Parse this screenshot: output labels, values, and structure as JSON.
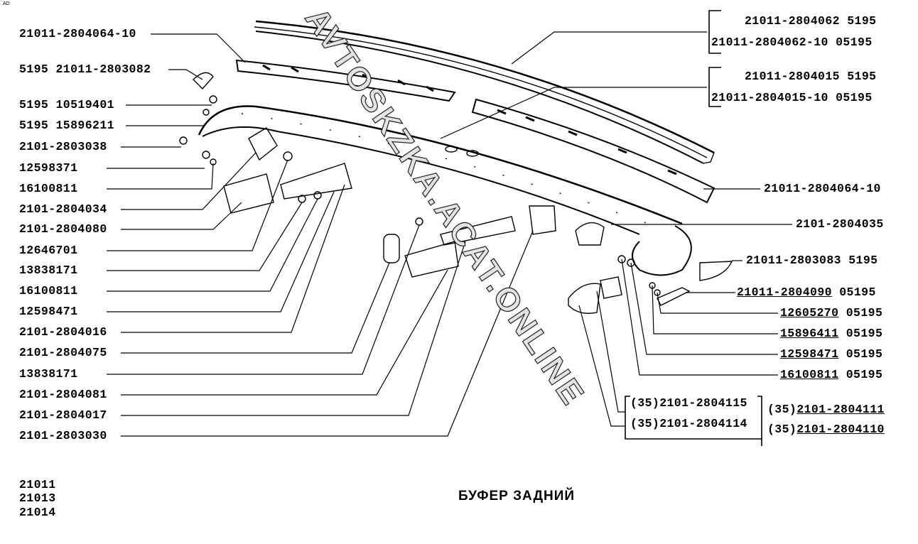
{
  "title": "БУФЕР ЗАДНИЙ",
  "watermark": "AVTOSKZKA.ACAT.ONLINE",
  "corner_mark": "AD",
  "models": [
    "21011",
    "21013",
    "21014"
  ],
  "left_labels": [
    "21011-2804064-10",
    "5195 21011-2803082",
    "5195 10519401",
    "5195 15896211",
    "2101-2803038",
    "12598371",
    "16100811",
    "2101-2804034",
    "2101-2804080",
    "12646701",
    "13838171",
    "16100811",
    "12598471",
    "2101-2804016",
    "2101-2804075",
    "13838171",
    "2101-2804081",
    "2101-2804017",
    "2101-2803030"
  ],
  "right_labels": {
    "upper_bar": [
      "21011-2804062 5195",
      "21011-2804062-10 05195"
    ],
    "main_bar": [
      "21011-2804015 5195",
      "21011-2804015-10 05195"
    ],
    "molding": "21011-2804064-10",
    "bracket": "2101-2804035",
    "end_cap": "21011-2803083 5195",
    "items": [
      {
        "part": "21011-2804090",
        "code": "05195"
      },
      {
        "part": "12605270",
        "code": "05195"
      },
      {
        "part": "15896411",
        "code": "05195"
      },
      {
        "part": "12598471",
        "code": "05195"
      },
      {
        "part": "16100811",
        "code": "05195"
      }
    ],
    "guard_inner": [
      "(35)2101-2804115",
      "(35)2101-2804114"
    ],
    "guard_outer": [
      {
        "prefix": "(35)",
        "part": "2101-2804111"
      },
      {
        "prefix": "(35)",
        "part": "2101-2804110"
      }
    ]
  }
}
